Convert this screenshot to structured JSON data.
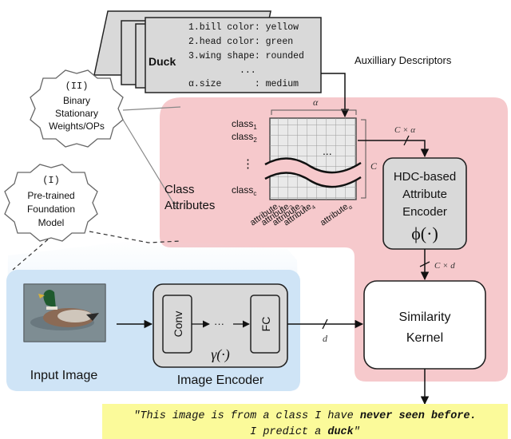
{
  "descriptor_cards": {
    "duck_label": "Duck",
    "lines": [
      "1.bill color: yellow",
      "2.head color: green",
      "3.wing shape: rounded",
      "...",
      "α.size      : medium"
    ],
    "caption": "Auxilliary Descriptors"
  },
  "badges": {
    "binary": {
      "tag": "(II)",
      "lines": [
        "Binary",
        "Stationary",
        "Weights/OPs"
      ]
    },
    "pretrained": {
      "tag": "(I)",
      "lines": [
        "Pre-trained",
        "Foundation",
        "Model"
      ]
    }
  },
  "class_attributes": {
    "label_lines": [
      "Class",
      "Attributes"
    ],
    "row_labels": [
      "class",
      "class",
      "class"
    ],
    "row_subscripts": [
      "1",
      "2",
      "c"
    ],
    "attr_labels": [
      "attribute",
      "attribute",
      "attribute",
      "attribute",
      "attribute"
    ],
    "attr_subscripts": [
      "1",
      "2",
      "3",
      "4",
      "α"
    ],
    "alpha_dim": "α",
    "c_dim": "C",
    "hdots": "...",
    "vdots": "⋮"
  },
  "hdc_encoder": {
    "lines": [
      "HDC-based",
      "Attribute",
      "Encoder"
    ],
    "fn": "ϕ(·)"
  },
  "similarity": {
    "lines": [
      "Similarity",
      "Kernel"
    ]
  },
  "image_encoder": {
    "conv": "Conv",
    "dots": "···",
    "fc": "FC",
    "fn": "γ(·)",
    "label": "Image Encoder"
  },
  "input_image": {
    "label": "Input Image"
  },
  "dims": {
    "c_alpha": "C × α",
    "c_d": "C × d",
    "d": "d"
  },
  "output": {
    "line1_pre": "\"This image is from a class I have ",
    "line1_bold": "never seen before.",
    "line2_pre": "I predict a ",
    "line2_bold": "duck",
    "line2_post": "\""
  },
  "colors": {
    "pink": "#f6c9cc",
    "blue": "#cfe4f6",
    "yellow": "#fbfa9a",
    "gray": "#d9d9d9"
  }
}
